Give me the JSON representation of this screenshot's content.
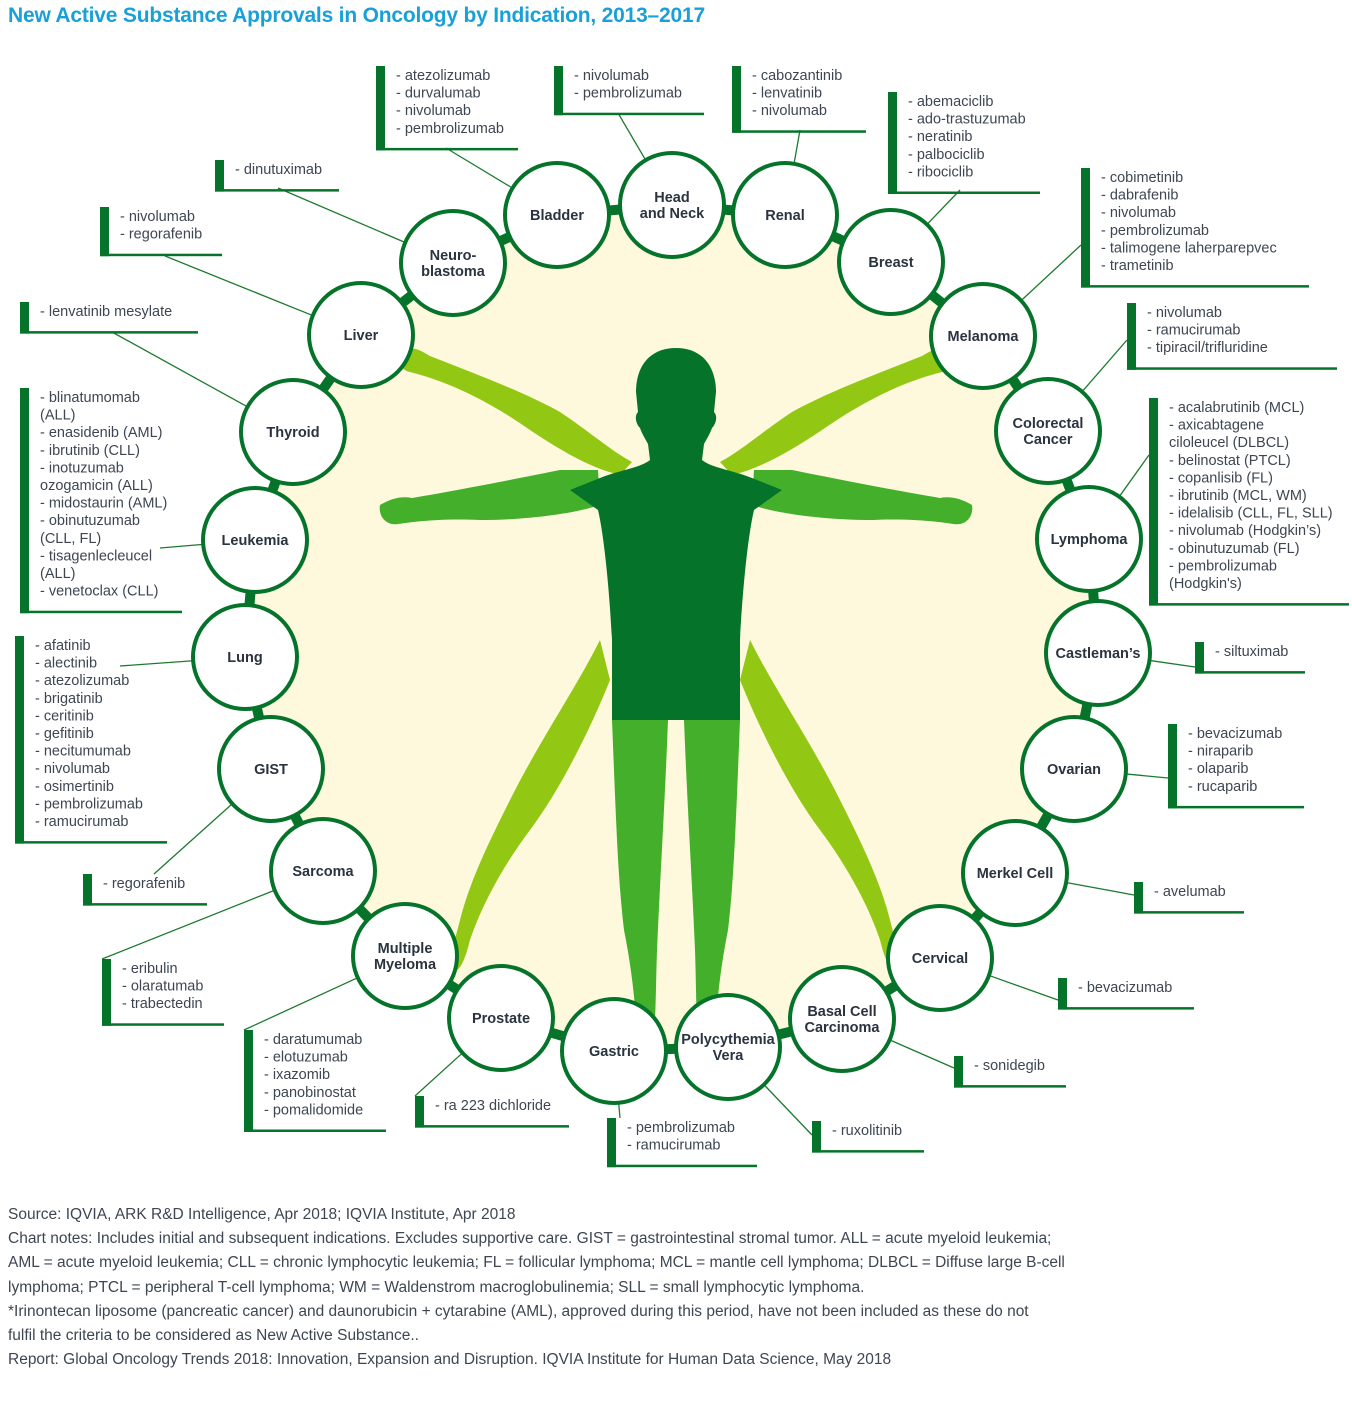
{
  "title": "New Active Substance Approvals in Oncology by Indication, 2013–2017",
  "colors": {
    "title": "#1aa0d8",
    "ring": "#05742a",
    "box_bar": "#05742a",
    "leader": "#1e7a30",
    "background_disc": "#fef8dc",
    "figure_dark": "#05742a",
    "figure_mid": "#43af2b",
    "figure_light": "#92c813",
    "text": "#2a3340",
    "drug_text": "#3d4652"
  },
  "indications": [
    {
      "id": "bladder",
      "label": [
        "Bladder"
      ],
      "drugs": [
        "- atezolizumab",
        "- durvalumab",
        "- nivolumab",
        "- pembrolizumab"
      ]
    },
    {
      "id": "head-and-neck",
      "label": [
        "Head",
        "and Neck"
      ],
      "drugs": [
        "- nivolumab",
        "- pembrolizumab"
      ]
    },
    {
      "id": "renal",
      "label": [
        "Renal"
      ],
      "drugs": [
        "- cabozantinib",
        "- lenvatinib",
        "- nivolumab"
      ]
    },
    {
      "id": "breast",
      "label": [
        "Breast"
      ],
      "drugs": [
        "- abemaciclib",
        "- ado-trastuzumab",
        "- neratinib",
        "- palbociclib",
        "- ribociclib"
      ]
    },
    {
      "id": "melanoma",
      "label": [
        "Melanoma"
      ],
      "drugs": [
        "- cobimetinib",
        "- dabrafenib",
        "- nivolumab",
        "- pembrolizumab",
        "- talimogene laherparepvec",
        "- trametinib"
      ]
    },
    {
      "id": "colorectal-cancer",
      "label": [
        "Colorectal",
        "Cancer"
      ],
      "drugs": [
        "- nivolumab",
        "- ramucirumab",
        "- tipiracil/trifluridine"
      ]
    },
    {
      "id": "lymphoma",
      "label": [
        "Lymphoma"
      ],
      "drugs": [
        "- acalabrutinib (MCL)",
        "- axicabtagene",
        "  ciloleucel (DLBCL)",
        "- belinostat (PTCL)",
        "- copanlisib (FL)",
        "- ibrutinib (MCL, WM)",
        "- idelalisib (CLL, FL, SLL)",
        "- nivolumab (Hodgkin’s)",
        "- obinutuzumab (FL)",
        "- pembrolizumab",
        "  (Hodgkin's)"
      ]
    },
    {
      "id": "castlemans",
      "label": [
        "Castleman’s"
      ],
      "drugs": [
        "- siltuximab"
      ]
    },
    {
      "id": "ovarian",
      "label": [
        "Ovarian"
      ],
      "drugs": [
        "- bevacizumab",
        "- niraparib",
        "- olaparib",
        "- rucaparib"
      ]
    },
    {
      "id": "merkel-cell",
      "label": [
        "Merkel Cell"
      ],
      "drugs": [
        "- avelumab"
      ]
    },
    {
      "id": "cervical",
      "label": [
        "Cervical"
      ],
      "drugs": [
        "- bevacizumab"
      ]
    },
    {
      "id": "basal-cell-carcinoma",
      "label": [
        "Basal Cell",
        "Carcinoma"
      ],
      "drugs": [
        "- sonidegib"
      ]
    },
    {
      "id": "polycythemia-vera",
      "label": [
        "Polycythemia",
        "Vera"
      ],
      "drugs": [
        "- ruxolitinib"
      ]
    },
    {
      "id": "gastric",
      "label": [
        "Gastric"
      ],
      "drugs": [
        "- pembrolizumab",
        "- ramucirumab"
      ]
    },
    {
      "id": "prostate",
      "label": [
        "Prostate"
      ],
      "drugs": [
        "- ra 223 dichloride"
      ]
    },
    {
      "id": "multiple-myeloma",
      "label": [
        "Multiple",
        "Myeloma"
      ],
      "drugs": [
        "- daratumumab",
        "- elotuzumab",
        "- ixazomib",
        "- panobinostat",
        "- pomalidomide"
      ]
    },
    {
      "id": "sarcoma",
      "label": [
        "Sarcoma"
      ],
      "drugs": [
        "- eribulin",
        "- olaratumab",
        "- trabectedin"
      ]
    },
    {
      "id": "gist",
      "label": [
        "GIST"
      ],
      "drugs": [
        "- regorafenib"
      ]
    },
    {
      "id": "lung",
      "label": [
        "Lung"
      ],
      "drugs": [
        "- afatinib",
        "- alectinib",
        "- atezolizumab",
        "- brigatinib",
        "- ceritinib",
        "- gefitinib",
        "- necitumumab",
        "- nivolumab",
        "- osimertinib",
        "- pembrolizumab",
        "- ramucirumab"
      ]
    },
    {
      "id": "leukemia",
      "label": [
        "Leukemia"
      ],
      "drugs": [
        "- blinatumomab",
        "  (ALL)",
        "- enasidenib (AML)",
        "- ibrutinib (CLL)",
        "- inotuzumab",
        "  ozogamicin (ALL)",
        "- midostaurin (AML)",
        "- obinutuzumab",
        "  (CLL, FL)",
        "- tisagenlecleucel",
        "  (ALL)",
        "- venetoclax (CLL)"
      ]
    },
    {
      "id": "thyroid",
      "label": [
        "Thyroid"
      ],
      "drugs": [
        "- lenvatinib mesylate"
      ]
    },
    {
      "id": "liver",
      "label": [
        "Liver"
      ],
      "drugs": [
        "- nivolumab",
        "- regorafenib"
      ]
    },
    {
      "id": "neuroblastoma",
      "label": [
        "Neuro-",
        "blastoma"
      ],
      "drugs": [
        "- dinutuximab"
      ]
    }
  ],
  "footer": {
    "source": "Source: IQVIA, ARK R&D Intelligence, Apr 2018; IQVIA Institute, Apr 2018",
    "notes_line1": "Chart notes: Includes initial and subsequent indications. Excludes supportive care. GIST = gastrointestinal stromal tumor. ALL = acute myeloid leukemia;",
    "notes_line2": "AML = acute myeloid leukemia; CLL = chronic lymphocytic leukemia; FL = follicular lymphoma; MCL = mantle cell lymphoma; DLBCL = Diffuse large B-cell",
    "notes_line3": "lymphoma; PTCL = peripheral T-cell lymphoma; WM = Waldenstrom macroglobulinemia; SLL = small lymphocytic lymphoma.",
    "asterisk_line1": "*Irinontecan liposome (pancreatic cancer) and daunorubicin + cytarabine (AML), approved during this period, have not been included as these do not",
    "asterisk_line2": "fulfil the criteria to be considered as New Active Substance..",
    "report": "Report: Global Oncology Trends 2018: Innovation, Expansion and Disruption. IQVIA Institute for Human Data Science, May 2018"
  }
}
